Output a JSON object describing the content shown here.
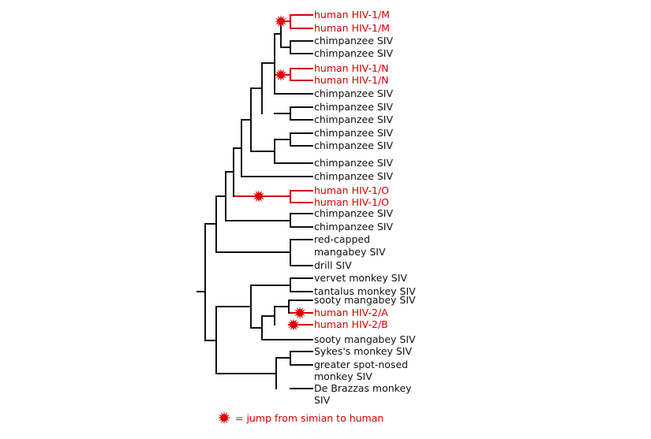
{
  "colors": {
    "human": "#d40000",
    "simian": "#111111",
    "burst": "#e00000"
  },
  "icons": {
    "jump_marker": "red-starburst-icon"
  },
  "taxa": [
    {
      "id": "t1",
      "label": "human HIV-1/M",
      "human": true
    },
    {
      "id": "t2",
      "label": "human HIV-1/M",
      "human": true
    },
    {
      "id": "t3",
      "label": "chimpanzee SIV",
      "human": false
    },
    {
      "id": "t4",
      "label": "chimpanzee SIV",
      "human": false
    },
    {
      "id": "t5",
      "label": "human HIV-1/N",
      "human": true
    },
    {
      "id": "t6",
      "label": "human HIV-1/N",
      "human": true
    },
    {
      "id": "t7",
      "label": "chimpanzee SIV",
      "human": false
    },
    {
      "id": "t8",
      "label": "chimpanzee SIV",
      "human": false
    },
    {
      "id": "t9",
      "label": "chimpanzee SIV",
      "human": false
    },
    {
      "id": "t10",
      "label": "chimpanzee SIV",
      "human": false
    },
    {
      "id": "t11",
      "label": "chimpanzee SIV",
      "human": false
    },
    {
      "id": "t12",
      "label": "chimpanzee SIV",
      "human": false
    },
    {
      "id": "t13",
      "label": "chimpanzee SIV",
      "human": false
    },
    {
      "id": "t14",
      "label": "human HIV-1/O",
      "human": true
    },
    {
      "id": "t15",
      "label": "human HIV-1/O",
      "human": true
    },
    {
      "id": "t16",
      "label": "chimpanzee SIV",
      "human": false
    },
    {
      "id": "t17",
      "label": "chimpanzee SIV",
      "human": false
    },
    {
      "id": "t18",
      "label": "red-capped",
      "human": false
    },
    {
      "id": "t19",
      "label": "mangabey SIV",
      "human": false
    },
    {
      "id": "t20",
      "label": "drill SIV",
      "human": false
    },
    {
      "id": "t21",
      "label": "vervet monkey SIV",
      "human": false
    },
    {
      "id": "t22",
      "label": "tantalus monkey SIV",
      "human": false
    },
    {
      "id": "t23",
      "label": "sooty mangabey SIV",
      "human": false
    },
    {
      "id": "t24",
      "label": "human HIV-2/A",
      "human": true
    },
    {
      "id": "t25",
      "label": "human HIV-2/B",
      "human": true
    },
    {
      "id": "t26",
      "label": "sooty mangabey SIV",
      "human": false
    },
    {
      "id": "t27",
      "label": "Sykes's monkey SIV",
      "human": false
    },
    {
      "id": "t28",
      "label": "greater spot-nosed",
      "human": false
    },
    {
      "id": "t29",
      "label": "monkey SIV",
      "human": false
    },
    {
      "id": "t30",
      "label": "De Brazzas monkey",
      "human": false
    },
    {
      "id": "t31",
      "label": "SIV",
      "human": false
    }
  ],
  "legend": {
    "text": "= jump from simian to human"
  }
}
